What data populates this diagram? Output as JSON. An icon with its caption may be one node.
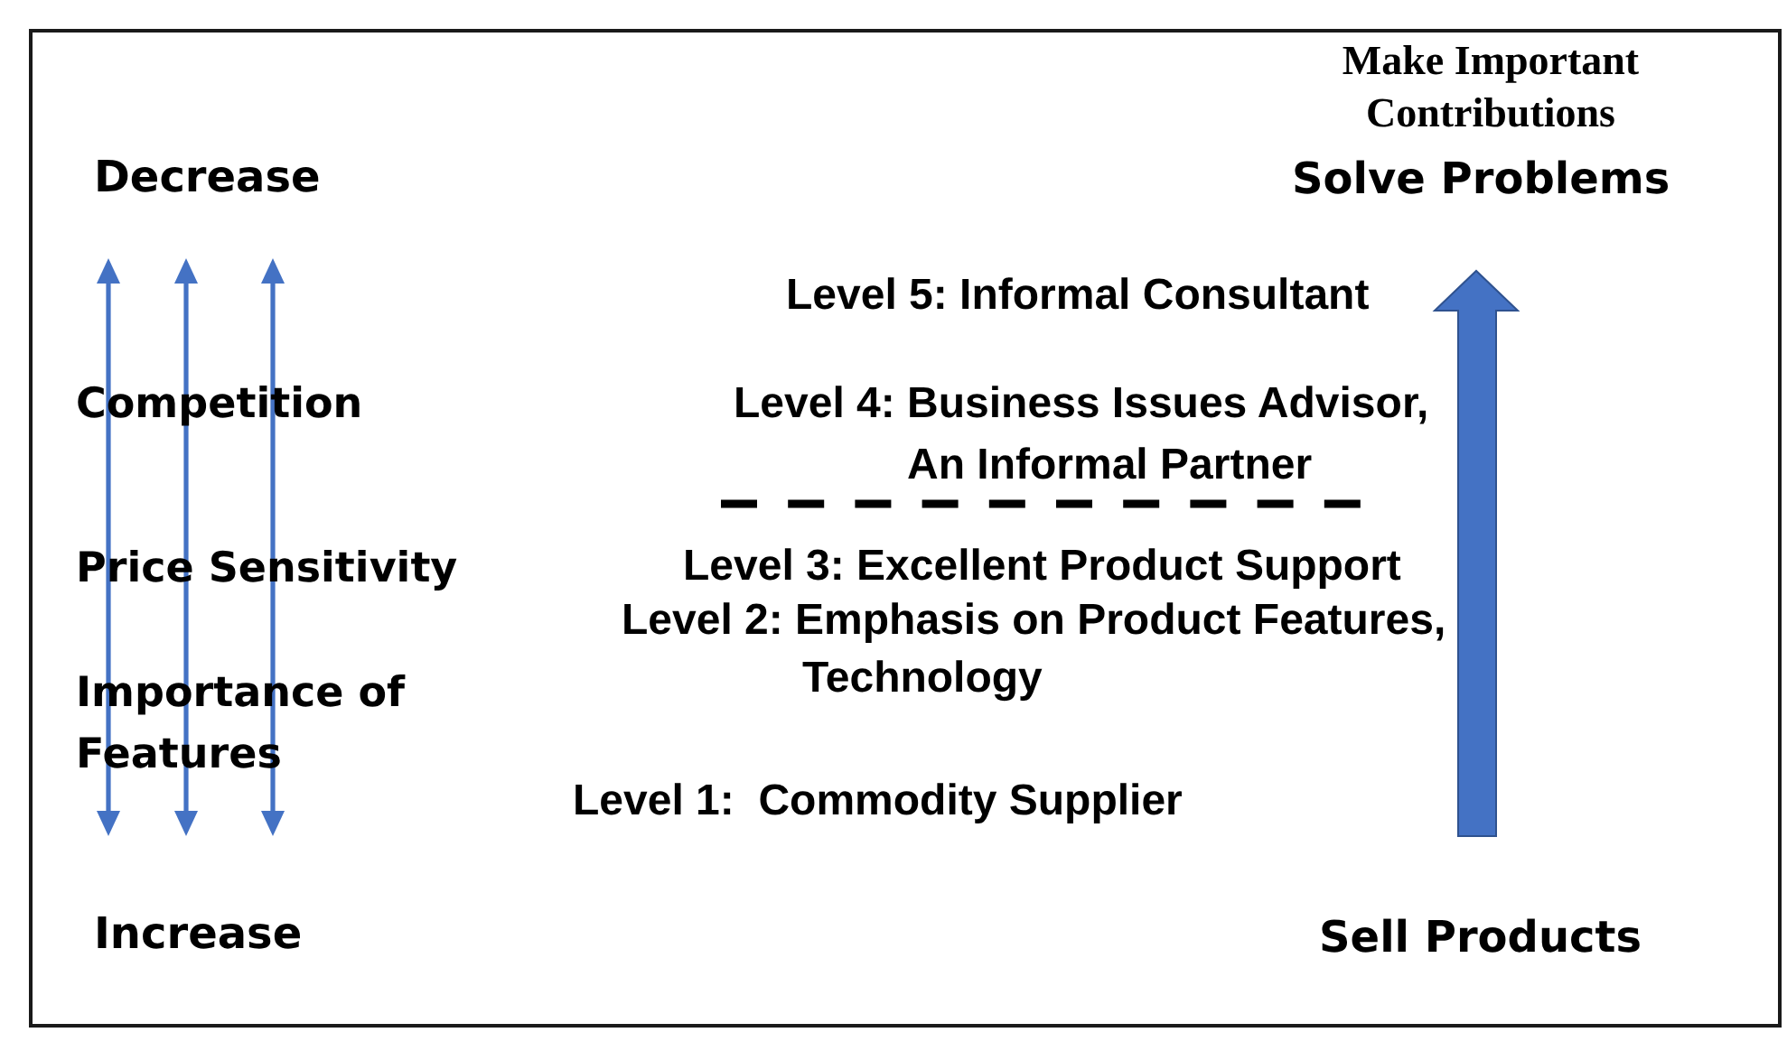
{
  "diagram": {
    "labels": [
      "Make Important Contributions",
      "Decrease",
      "Solve Problems",
      "Level 5: Informal Consultant",
      "Competition",
      "Level 4: Business Issues Advisor, An Informal Partner",
      "Price Sensitivity",
      "Level 3: Excellent Product Support",
      "Level 2: Emphasis on Product Features, Technology",
      "Importance of Features",
      "Level 1:  Commodity Supplier",
      "Increase",
      "Sell Products"
    ]
  }
}
